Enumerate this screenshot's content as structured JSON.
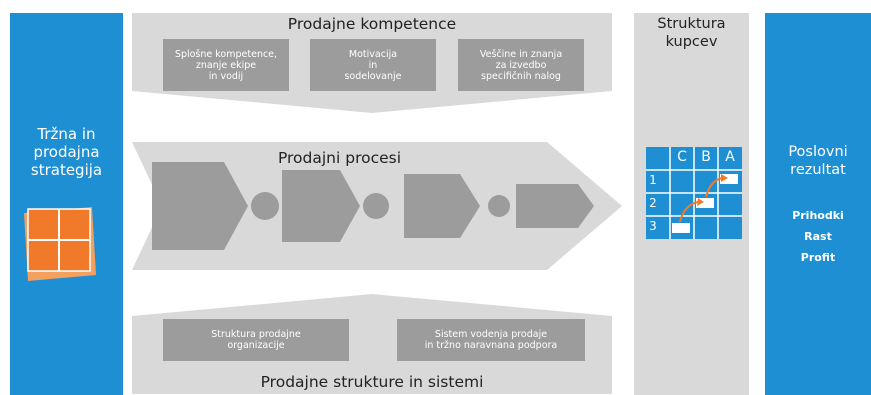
{
  "left_panel": {
    "title": "Tržna in\nprodajna\nstrategija"
  },
  "top_band": {
    "title": "Prodajne kompetence",
    "boxes": [
      "Splošne kompetence,\nznanje ekipe\nin vodij",
      "Motivacija\nin\nsodelovanje",
      "Veščine in znanja\nza izvedbo\nspecifičnih nalog"
    ]
  },
  "middle_band": {
    "title": "Prodajni procesi"
  },
  "bottom_band": {
    "title": "Prodajne strukture in sistemi",
    "boxes": [
      "Struktura prodajne\norganizacije",
      "Sistem vodenja prodaje\nin tržno naravnana podpora"
    ]
  },
  "structure_column": {
    "title": "Struktura\nkupcev",
    "grid_cols": [
      "C",
      "B",
      "A"
    ],
    "grid_rows": [
      "1",
      "2",
      "3"
    ]
  },
  "right_panel": {
    "title": "Poslovni\nrezultat",
    "items": [
      "Prihodki",
      "Rast",
      "Profit"
    ]
  },
  "colors": {
    "blue": "#1e8fd2",
    "light_gray": "#d9d9d9",
    "box_gray": "#9c9c9c",
    "orange": "#f07a2a"
  }
}
